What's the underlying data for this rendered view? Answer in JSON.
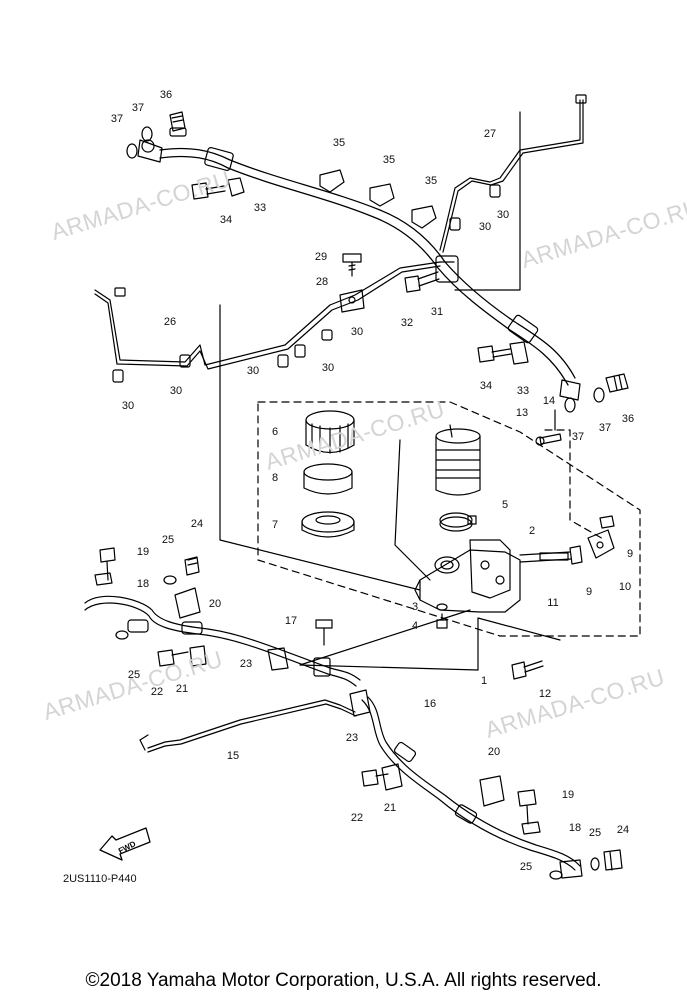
{
  "watermark": "ARMADA-CO.RU",
  "part_code": "2US1110-P440",
  "fwd_label": "FWD",
  "copyright": "©2018 Yamaha Motor Corporation, U.S.A. All rights reserved.",
  "callouts": [
    "1",
    "2",
    "3",
    "4",
    "5",
    "6",
    "7",
    "8",
    "9",
    "10",
    "11",
    "12",
    "13",
    "14",
    "15",
    "16",
    "17",
    "18",
    "19",
    "20",
    "21",
    "22",
    "23",
    "24",
    "25",
    "26",
    "27",
    "28",
    "29",
    "30",
    "31",
    "32",
    "33",
    "34",
    "35",
    "36",
    "37"
  ]
}
